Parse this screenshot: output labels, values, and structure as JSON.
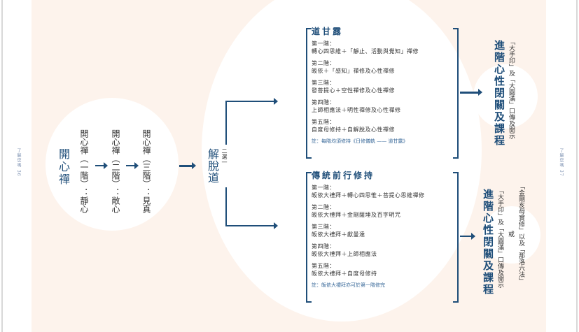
{
  "folio_left": {
    "title": "了解您嗎",
    "page": "36"
  },
  "folio_right": {
    "title": "了解您嗎",
    "page": "37"
  },
  "kaixinchan": {
    "title": "開心禪",
    "stages": [
      "開心禪（一階）：靜心",
      "開心禪（二階）：敞心",
      "開心禪（三階）：見真"
    ]
  },
  "liberation": {
    "title": "解脫道",
    "choose": "二選一"
  },
  "path1": {
    "title": "道甘露",
    "steps": [
      {
        "label": "第一階：",
        "text": "轉心四思維＋「靜止、活動與覺知」禪修"
      },
      {
        "label": "第二階：",
        "text": "皈依＋「感知」禪修及心性禪修"
      },
      {
        "label": "第三階：",
        "text": "發菩提心＋空性禪修及心性禪修"
      },
      {
        "label": "第四階：",
        "text": "上師相應法＋明性禪修及心性禪修"
      },
      {
        "label": "第五階：",
        "text": "自度母修持＋自解脫及心性禪修"
      }
    ],
    "note": "註：每階均須修持《日修儀軌 —— 道甘露》"
  },
  "path2": {
    "title": "傳統前行修持",
    "steps": [
      {
        "label": "第一階：",
        "text": "皈依大禮拜＋轉心四思惟＋菩提心思維禪修"
      },
      {
        "label": "第二階：",
        "text": "皈依大禮拜＋金剛薩埵及百字明咒"
      },
      {
        "label": "第三階：",
        "text": "皈依大禮拜＋獻曼達"
      },
      {
        "label": "第四階：",
        "text": "皈依大禮拜＋上師相應法"
      },
      {
        "label": "第五階：",
        "text": "皈依大禮拜＋自度母修持"
      }
    ],
    "note": "註：皈依大禮拜亦可於第一階修完"
  },
  "advanced1": {
    "title": "進階心性閉關及課程",
    "desc": "「大手印」及「大圓滿」口傳及開示"
  },
  "advanced2": {
    "title": "進階心性閉關及課程",
    "desc": "「大手印」及「大圓滿」口傳及開示",
    "or": "或",
    "alt": "「金剛亥母實修」以及「那洛六法」"
  }
}
